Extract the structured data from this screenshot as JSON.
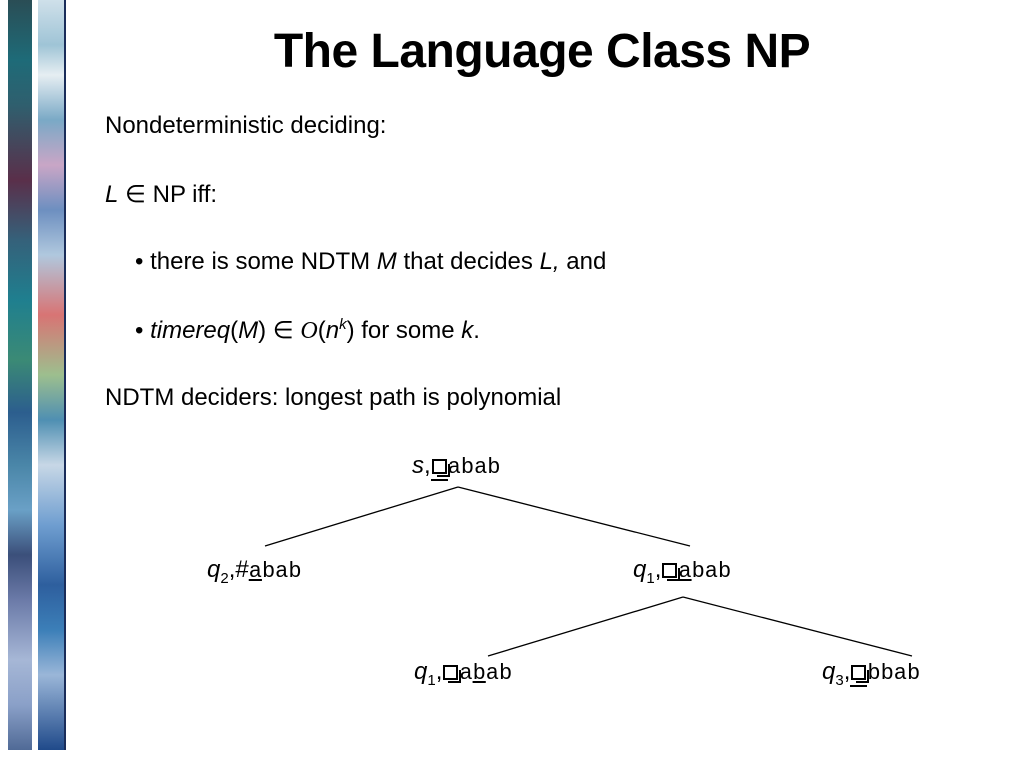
{
  "slide": {
    "title": "The Language Class NP",
    "line1": "Nondeterministic deciding:",
    "line2": {
      "L": "L",
      "in": "∈",
      "rest": " NP iff:"
    },
    "bullet1": {
      "bullet": "•",
      "a": " there is some NDTM ",
      "M": "M",
      "b": " that decides ",
      "L": "L,",
      "c": " and"
    },
    "bullet2": {
      "bullet": "•",
      "f": "timereq",
      "open": "(",
      "M": "M",
      "close": ")",
      "in": " ∈ ",
      "O": "O",
      "p1": "(",
      "n": "n",
      "k": "k",
      "p2": ")",
      "d": " for some ",
      "k2": "k",
      "end": "."
    },
    "line3": "NDTM deciders: longest path is polynomial"
  },
  "tree": {
    "root": {
      "state": "s",
      "sep": ",",
      "tape_under": "",
      "tape_rest": "abab",
      "blank": true
    },
    "left": {
      "state": "q",
      "sub": "2",
      "sep": ",",
      "prefix": "#",
      "under": "a",
      "rest": "bab"
    },
    "right": {
      "state": "q",
      "sub": "1",
      "sep": ",",
      "under": "a",
      "rest": "bab",
      "blank": true
    },
    "rl": {
      "state": "q",
      "sub": "1",
      "sep": ",",
      "pre": "a",
      "under": "b",
      "rest": "ab",
      "blank": true
    },
    "rr": {
      "state": "q",
      "sub": "3",
      "sep": ",",
      "under": "",
      "rest": "bbab",
      "blank": true
    }
  }
}
